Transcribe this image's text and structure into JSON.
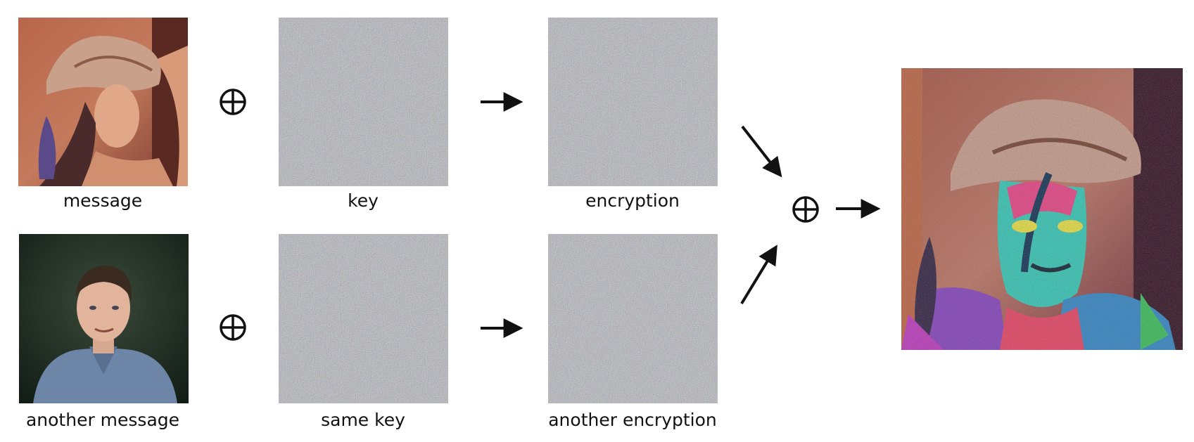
{
  "labels": {
    "message": "message",
    "key": "key",
    "encryption": "encryption",
    "another_message": "another message",
    "same_key": "same key",
    "another_encryption": "another encryption"
  },
  "icons": {
    "xor": "circled-plus-icon",
    "arrow": "arrow-icon"
  },
  "colors": {
    "ink": "#111111",
    "noise_base": "#8a8a84"
  }
}
